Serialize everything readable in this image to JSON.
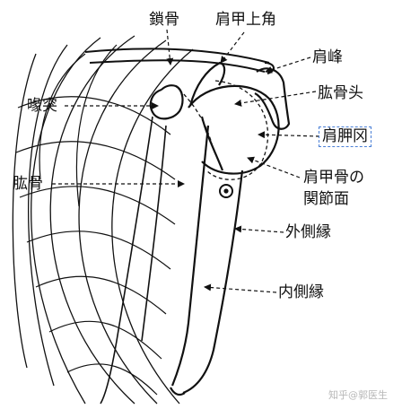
{
  "labels": {
    "clavicle": "鎖骨",
    "superior_angle": "肩甲上角",
    "acromion": "肩峰",
    "coracoid": "喙突",
    "humeral_head": "肱骨头",
    "scapular_notch": "肩胛冈",
    "humerus": "肱骨",
    "glenoid_line1": "肩甲骨の",
    "glenoid_line2": "関節面",
    "lateral_border": "外側縁",
    "medial_border": "内側縁"
  },
  "watermark": "知乎@郭医生",
  "colors": {
    "ink": "#111111",
    "highlight_border": "#4a7fd6",
    "watermark": "#b8b8b8"
  }
}
